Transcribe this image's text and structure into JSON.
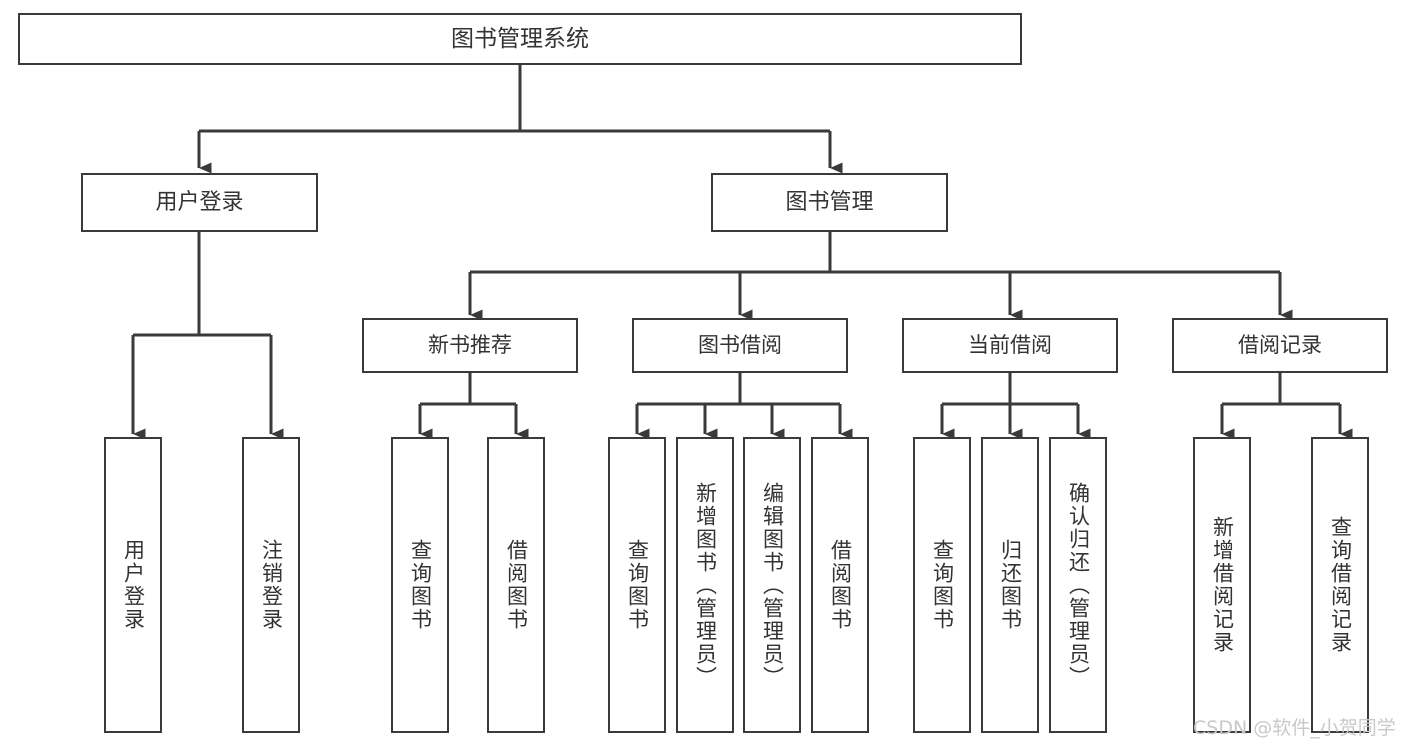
{
  "diagram": {
    "title": "图书管理系统",
    "type": "functional-structure-tree",
    "colors": {
      "background": "#ffffff",
      "box_border": "#3a3a3a",
      "box_fill": "#ffffff",
      "text": "#333333",
      "connector": "#3a3a3a",
      "watermark": "#c9c9c9"
    },
    "root": {
      "label": "图书管理系统"
    },
    "level2": [
      {
        "label": "用户登录"
      },
      {
        "label": "图书管理"
      }
    ],
    "level3": [
      {
        "label": "新书推荐"
      },
      {
        "label": "图书借阅"
      },
      {
        "label": "当前借阅"
      },
      {
        "label": "借阅记录"
      }
    ],
    "leaves": {
      "user_login": [
        {
          "label": "用户登录"
        },
        {
          "label": "注销登录"
        }
      ],
      "new_book_recommend": [
        {
          "label": "查询图书"
        },
        {
          "label": "借阅图书"
        }
      ],
      "book_borrow": [
        {
          "label": "查询图书"
        },
        {
          "label": "新增图书（管理员）"
        },
        {
          "label": "编辑图书（管理员）"
        },
        {
          "label": "借阅图书"
        }
      ],
      "current_borrow": [
        {
          "label": "查询图书"
        },
        {
          "label": "归还图书"
        },
        {
          "label": "确认归还（管理员）"
        }
      ],
      "borrow_record": [
        {
          "label": "新增借阅记录"
        },
        {
          "label": "查询借阅记录"
        }
      ]
    },
    "watermark": "CSDN @软件_小贺同学"
  }
}
